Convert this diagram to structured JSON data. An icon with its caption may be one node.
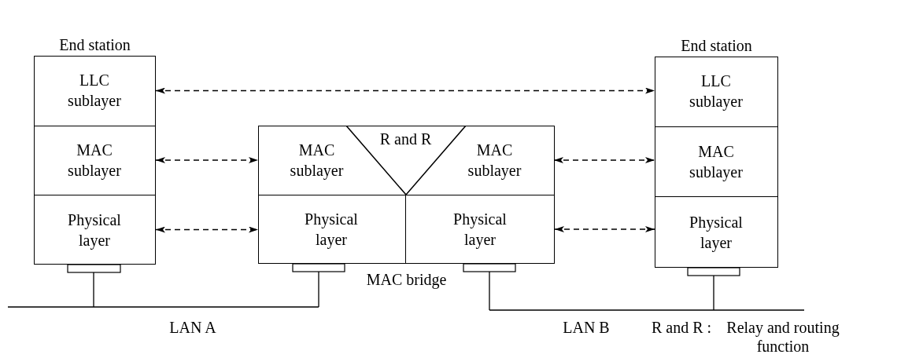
{
  "diagram": {
    "nodes": [
      {
        "text": [
          "End station"
        ]
      },
      {
        "text": [
          "LLC sublayer"
        ],
        "in": 0
      },
      {
        "text": [
          "MAC sublayer"
        ],
        "in": 0
      },
      {
        "text": [
          "Physical layer"
        ],
        "in": 0
      },
      {
        "text": [
          "MAC bridge"
        ]
      },
      {
        "text": [
          "MAC sublayer"
        ],
        "in": 4
      },
      {
        "text": [
          "R and R"
        ],
        "in": 4
      },
      {
        "text": [
          "MAC sublayer"
        ],
        "in": 4
      },
      {
        "text": [
          "Physical layer"
        ],
        "in": 4
      },
      {
        "text": [
          "Physical layer"
        ],
        "in": 4
      },
      {
        "text": [
          "End station"
        ]
      },
      {
        "text": [
          "LLC sublayer"
        ],
        "in": 10
      },
      {
        "text": [
          "MAC sublayer"
        ],
        "in": 10
      },
      {
        "text": [
          "Physical layer"
        ],
        "in": 10
      }
    ],
    "edges": [
      {
        "from": 1,
        "to": 11,
        "arrow": "both",
        "style": "dashed"
      },
      {
        "from": 2,
        "to": 5,
        "arrow": "both",
        "style": "dashed"
      },
      {
        "from": 3,
        "to": 8,
        "arrow": "both",
        "style": "dashed"
      },
      {
        "from": 7,
        "to": 12,
        "arrow": "both",
        "style": "dashed"
      },
      {
        "from": 9,
        "to": 13,
        "arrow": "both",
        "style": "dashed"
      }
    ],
    "labels": [
      "LAN A",
      "LAN B",
      "R and R :",
      "Relay and routing function"
    ]
  }
}
